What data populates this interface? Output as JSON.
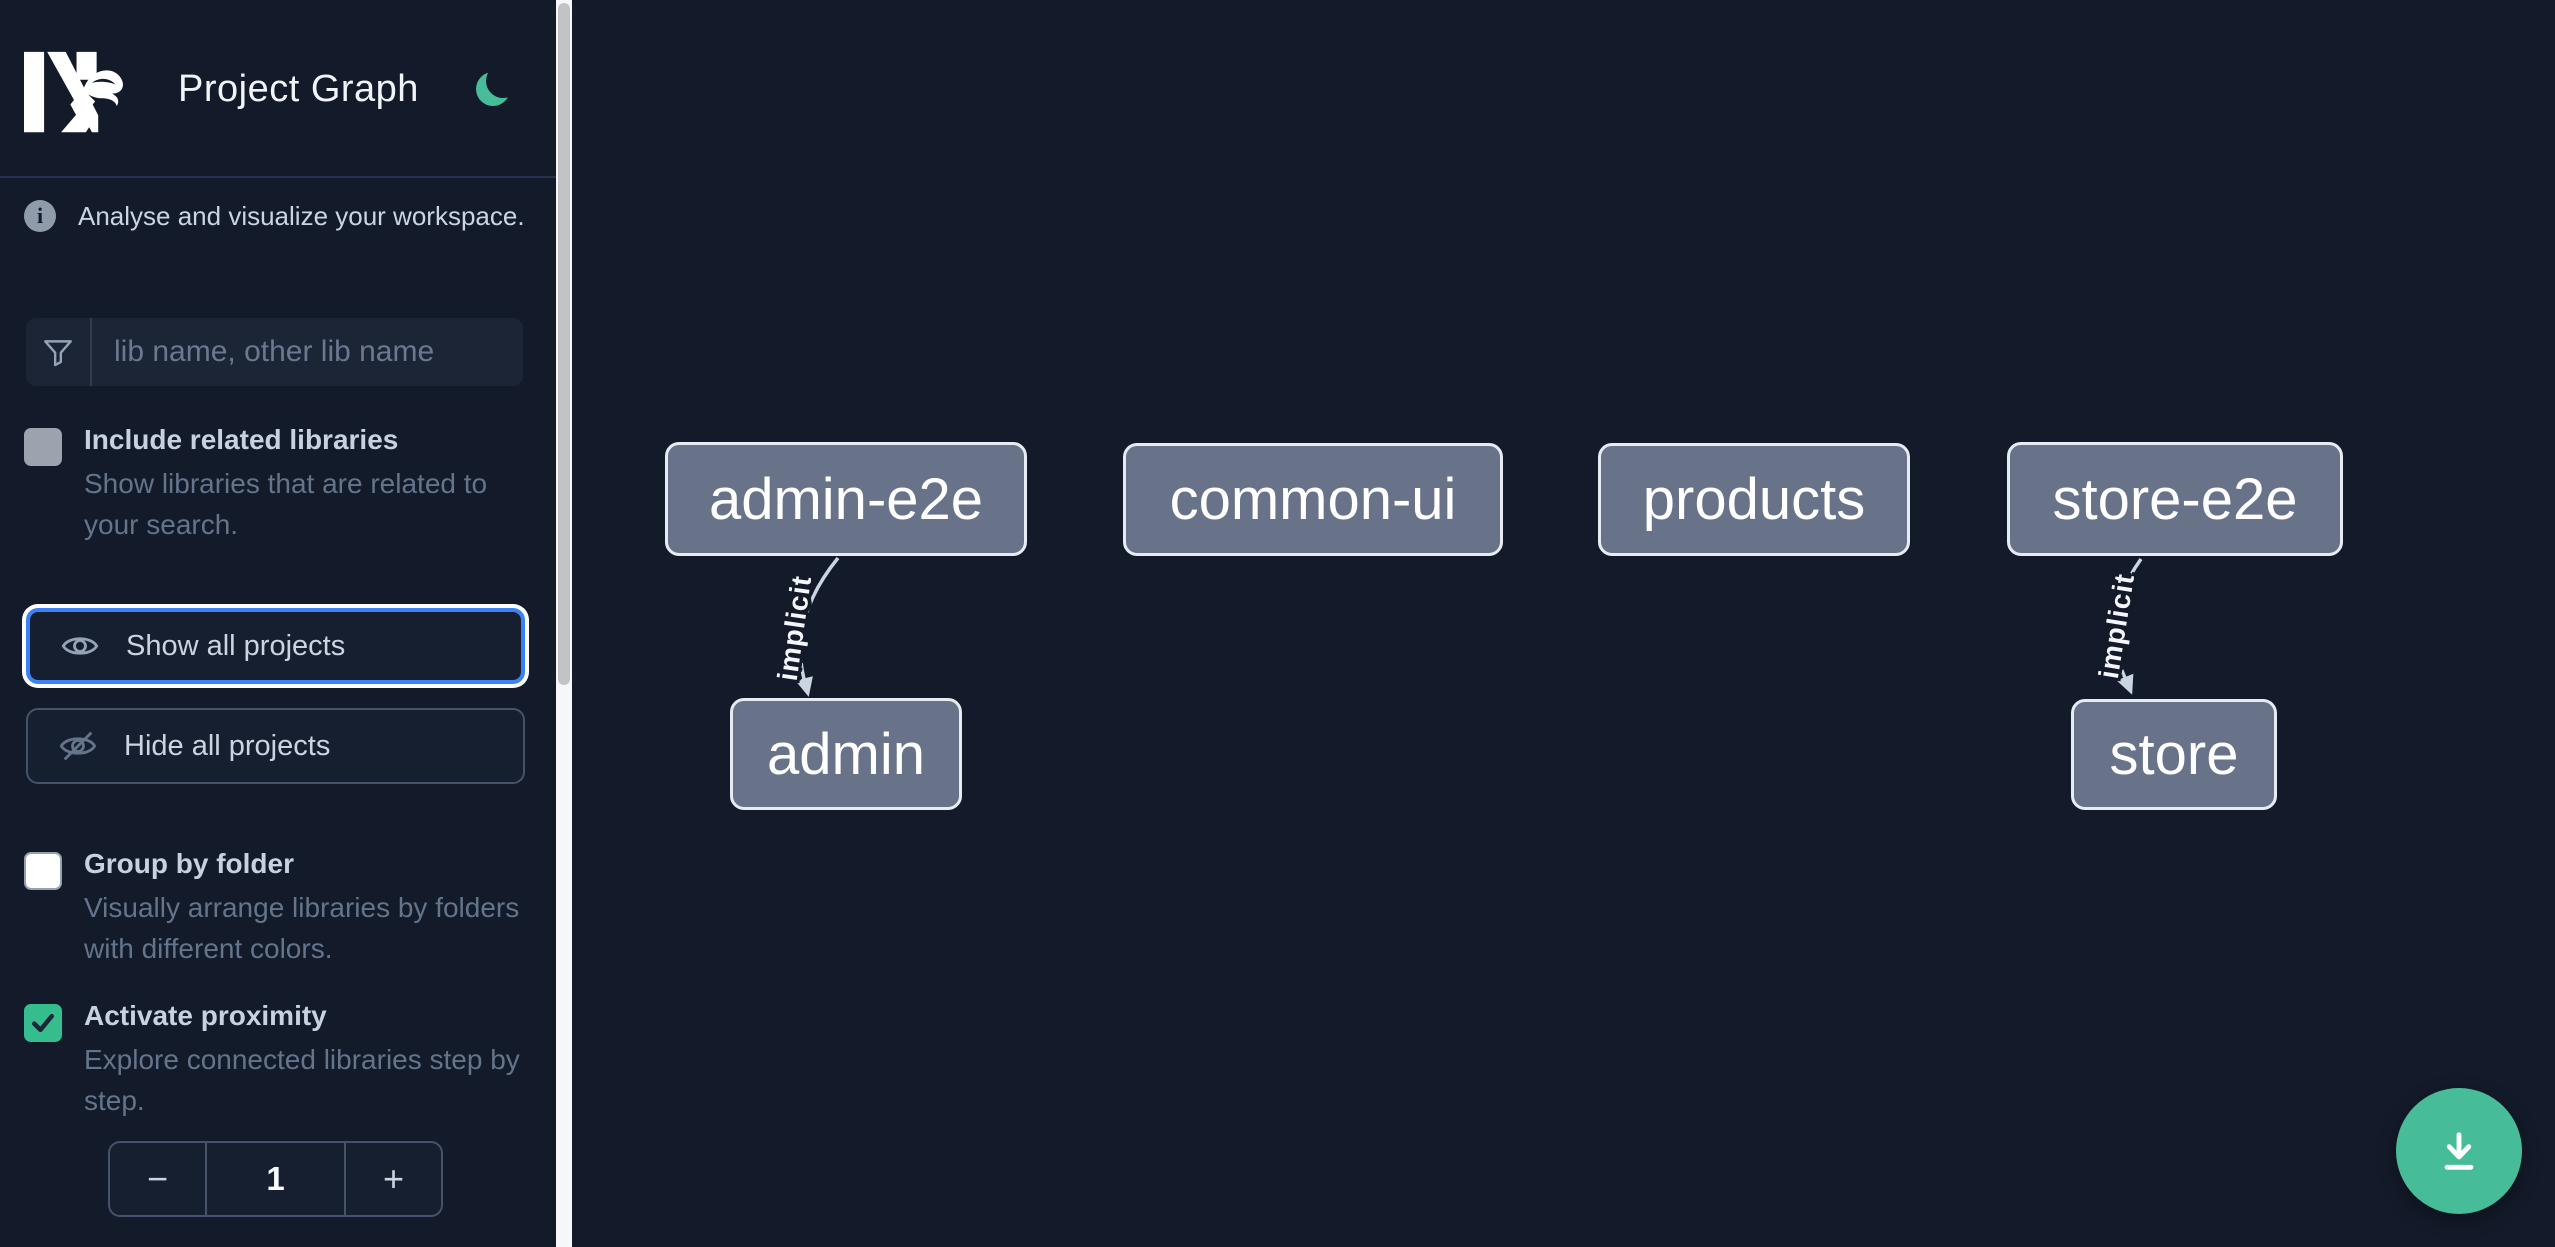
{
  "header": {
    "title": "Project Graph",
    "logo": "nx-logo",
    "theme_icon": "moon"
  },
  "sidebar": {
    "tagline": "Analyse and visualize your workspace.",
    "filter": {
      "placeholder": "lib name, other lib name",
      "value": ""
    },
    "options": [
      {
        "label": "Include related libraries",
        "description": "Show libraries that are related to your search.",
        "checked": false,
        "disabled": true
      },
      {
        "label": "Group by folder",
        "description": "Visually arrange libraries by folders with different colors.",
        "checked": false,
        "disabled": false
      },
      {
        "label": "Activate proximity",
        "description": "Explore connected libraries step by step.",
        "checked": true,
        "disabled": false
      }
    ],
    "actions": [
      {
        "label": "Show all projects",
        "focused": true
      },
      {
        "label": "Hide all projects",
        "focused": false
      }
    ],
    "proximity_stepper": {
      "minus": "−",
      "value": "1",
      "plus": "+"
    }
  },
  "graph": {
    "nodes": [
      {
        "label": "admin-e2e"
      },
      {
        "label": "common-ui"
      },
      {
        "label": "products"
      },
      {
        "label": "store-e2e"
      },
      {
        "label": "admin"
      },
      {
        "label": "store"
      }
    ],
    "edges": [
      {
        "source": "admin-e2e",
        "target": "admin",
        "label": "implicit"
      },
      {
        "source": "store-e2e",
        "target": "store",
        "label": "implicit"
      }
    ]
  },
  "fab": {
    "icon": "download"
  },
  "colors": {
    "background": "#131a29",
    "accent_green": "#47bc99",
    "focus_blue": "#3b82f6",
    "node_fill": "#68738a",
    "node_border": "#e7ebf2",
    "edge": "#cbd5e1",
    "text_primary": "#f1f5f9",
    "text_muted": "#64748b",
    "checkbox_checked": "#35bd8d"
  }
}
